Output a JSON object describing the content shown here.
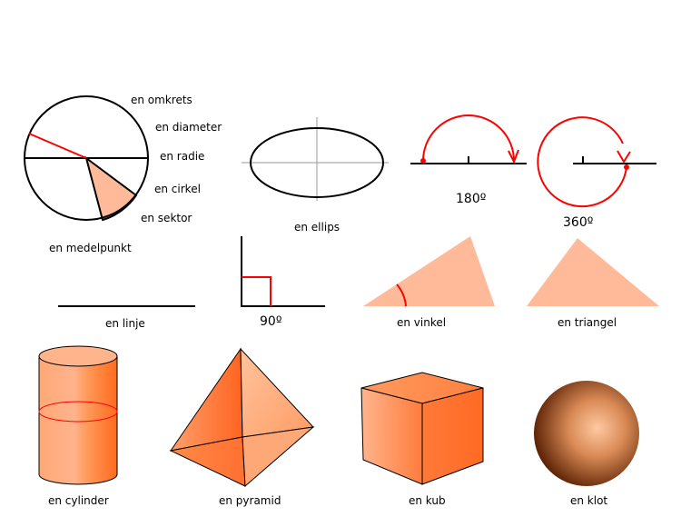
{
  "colors": {
    "fill": "#ffbb99",
    "accent": "#ff0000",
    "stroke": "#000000",
    "axis": "#9a9a9a"
  },
  "circle_labels": {
    "circumference": "en omkrets",
    "diameter": "en diameter",
    "radius": "en radie",
    "circle": "en cirkel",
    "sector": "en sektor",
    "center": "en medelpunkt"
  },
  "shapes": {
    "ellipse": "en ellips",
    "line": "en linje",
    "angle": "en vinkel",
    "triangle": "en triangel",
    "cylinder": "en cylinder",
    "pyramid": "en pyramid",
    "cube": "en kub",
    "sphere": "en klot"
  },
  "angles": {
    "half_turn": "180º",
    "full_turn": "360º",
    "right_angle": "90º"
  }
}
